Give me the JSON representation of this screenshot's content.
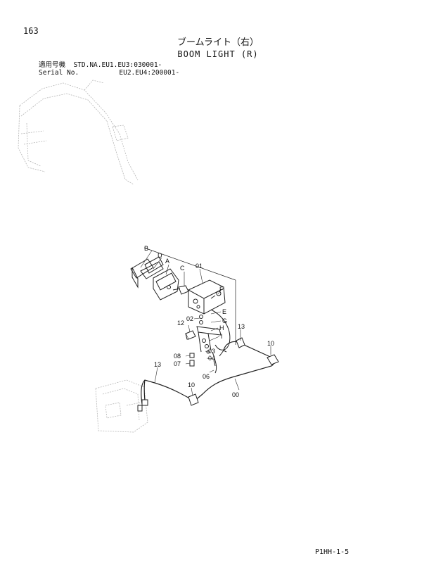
{
  "header": {
    "page_number": "163",
    "title_jp": "ブームライト（右）",
    "title_en": "BOOM LIGHT (R)"
  },
  "serial_info": {
    "row1": "適用号機  STD.NA.EU1.EU3:030001-",
    "row2": "Serial No.          EU2.EU4:200001-"
  },
  "callouts": {
    "B": "B",
    "D": "D",
    "A": "A",
    "C": "C",
    "P01": "01",
    "F": "F",
    "E": "E",
    "P02": "02",
    "G": "G",
    "P12": "12",
    "H": "H",
    "I": "I",
    "P03": "03",
    "P04": "04",
    "P08": "08",
    "P07": "07",
    "P06": "06",
    "P13a": "13",
    "P13b": "13",
    "P10a": "10",
    "P10b": "10",
    "P00": "00"
  },
  "footer": {
    "code": "P1HH-1-5"
  }
}
